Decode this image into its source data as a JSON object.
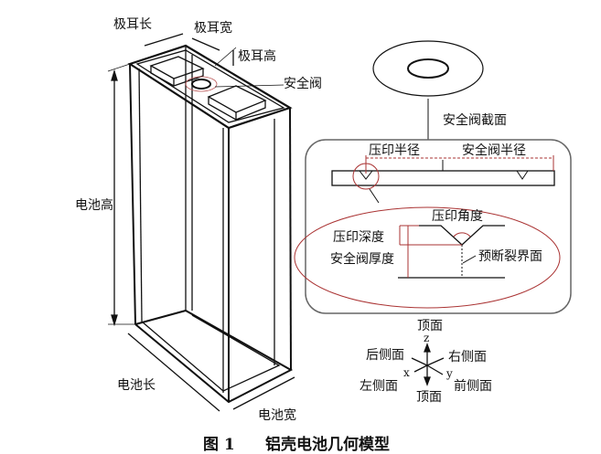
{
  "labels": {
    "tab_length": "极耳长",
    "tab_width": "极耳宽",
    "tab_height": "极耳高",
    "safety_valve": "安全阀",
    "battery_height": "电池高",
    "battery_length": "电池长",
    "battery_width": "电池宽",
    "valve_section": "安全阀截面",
    "score_radius": "压印半径",
    "valve_radius": "安全阀半径",
    "score_angle": "压印角度",
    "score_depth": "压印深度",
    "valve_thickness": "安全阀厚度",
    "fracture_plane": "预断裂界面"
  },
  "axes": {
    "top": "顶面",
    "bottom": "顶面",
    "back": "后侧面",
    "right": "右侧面",
    "left": "左侧面",
    "front": "前侧面",
    "x": "x",
    "y": "y",
    "z": "z"
  },
  "caption": {
    "number": "图 1",
    "title": "铝壳电池几何模型"
  }
}
